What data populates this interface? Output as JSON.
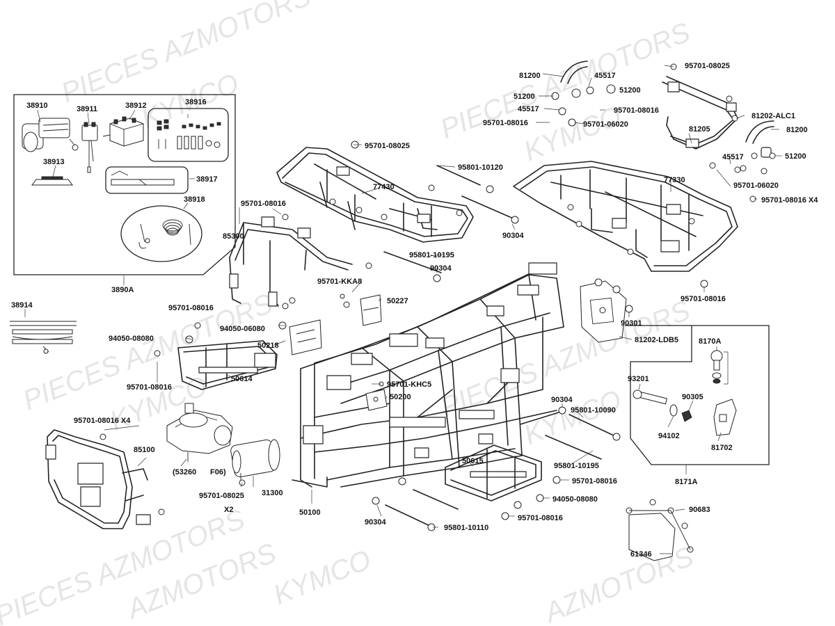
{
  "watermarks": [
    "PIECES AZMOTORS",
    "KYMCO",
    "PIECES AZMOTORS",
    "KYMCO",
    "PIECES AZMOTORS",
    "KYMCO",
    "PIECES AZMOTORS",
    "KYMCO",
    "PIECES AZMOTORS",
    "KYMCO",
    "AZMOTORS",
    "AZMOTORS"
  ],
  "labels": {
    "p38910": "38910",
    "p38911": "38911",
    "p38912": "38912",
    "p38916": "38916",
    "p38913": "38913",
    "p38917": "38917",
    "p38918": "38918",
    "p3890A": "3890A",
    "p38914": "38914",
    "p95701_08016_a": "95701-08016",
    "p85300": "85300",
    "p95701_08025_a": "95701-08025",
    "p77430": "77430",
    "p95801_10120": "95801-10120",
    "p90304_a": "90304",
    "p95801_10195_a": "95801-10195",
    "p90304_b": "90304",
    "p95701_KKA8": "95701-KKA8",
    "p50227": "50227",
    "p95701_08016_b": "95701-08016",
    "p94050_06080": "94050-06080",
    "p94050_08080_a": "94050-08080",
    "p50218": "50218",
    "p50614": "50614",
    "p95701_08016_c": "95701-08016",
    "p95701_KHC5": "95701-KHC5",
    "p50200": "50200",
    "p95701_08016_x4a": "95701-08016 X4",
    "p85100": "85100",
    "p53260": "(53260",
    "pF06": "F06)",
    "p95701_08025_b": "95701-08025",
    "p31300": "31300",
    "pX2": "X2",
    "p50100": "50100",
    "p90304_c": "90304",
    "p95801_10110": "95801-10110",
    "p95701_08016_d": "95701-08016",
    "p94050_08080_b": "94050-08080",
    "p95701_08016_e": "95701-08016",
    "p50615": "50615",
    "p95801_10195_b": "95801-10195",
    "p90304_d": "90304",
    "p95801_10090": "95801-10090",
    "p81200_a": "81200",
    "p45517_a": "45517",
    "p51200_a": "51200",
    "p51200_b": "51200",
    "p45517_b": "45517",
    "p95701_08016_f": "95701-08016",
    "p95701_08016_g": "95701-08016",
    "p95701_06020_a": "95701-06020",
    "p95701_08025_c": "95701-08025",
    "p81202_ALC1": "81202-ALC1",
    "p81205": "81205",
    "p81200_b": "81200",
    "p45517_c": "45517",
    "p51200_c": "51200",
    "p77330": "77330",
    "p95701_06020_b": "95701-06020",
    "p95701_08016_x4b": "95701-08016 X4",
    "p95701_08016_h": "95701-08016",
    "p90301": "90301",
    "p81202_LDB5": "81202-LDB5",
    "p8170A": "8170A",
    "p93201": "93201",
    "p90305": "90305",
    "p94102": "94102",
    "p81702": "81702",
    "p8171A": "8171A",
    "p90683": "90683",
    "p61346": "61346"
  }
}
